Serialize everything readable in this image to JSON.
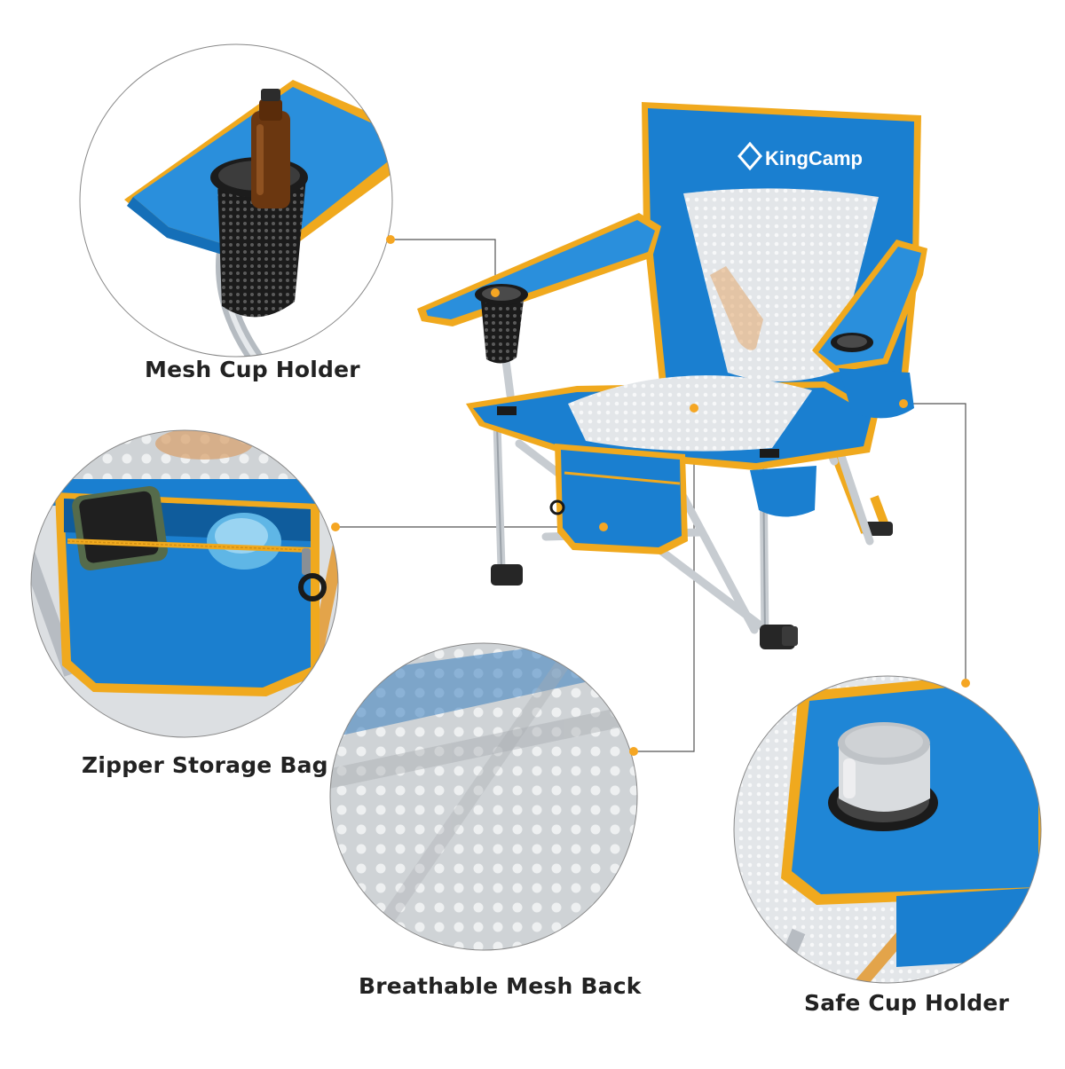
{
  "brand": {
    "name": "KingCamp"
  },
  "callouts": {
    "mesh_cup_holder": "Mesh Cup Holder",
    "zipper_storage_bag": "Zipper Storage Bag",
    "breathable_mesh_back": "Breathable Mesh Back",
    "safe_cup_holder": "Safe Cup Holder"
  },
  "colors": {
    "fabric_blue": "#1a7fd0",
    "trim_yellow": "#f0a91e",
    "frame_silver": "#c9cdd2",
    "mesh_grey": "#dfe3e6",
    "leader_line": "#555555",
    "dot": "#f5a623"
  }
}
